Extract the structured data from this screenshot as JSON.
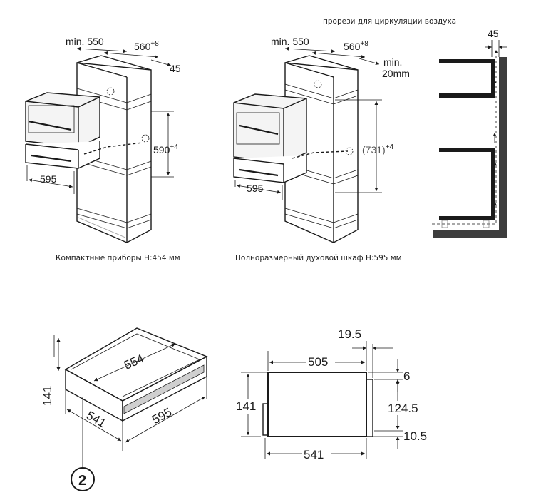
{
  "top_caption": "прорези для циркуляции воздуха",
  "compact": {
    "caption": "Компактные приборы H:454 мм",
    "dim_min": "min. 550",
    "dim_width": "560",
    "dim_width_sup": "+8",
    "dim_depth": "45",
    "dim_height": "590",
    "dim_height_sup": "+4",
    "dim_front": "595"
  },
  "fullsize": {
    "caption": "Полноразмерный духовой шкаф H:595 мм",
    "dim_min": "min. 550",
    "dim_width": "560",
    "dim_width_sup": "+8",
    "dim_gap_line1": "min.",
    "dim_gap_line2": "20mm",
    "dim_height": "(731)",
    "dim_height_sup": "+4",
    "dim_front": "595"
  },
  "airflow": {
    "dim_gap": "45"
  },
  "drawer_iso": {
    "dim_inner": "554",
    "dim_height": "141",
    "dim_depth": "541",
    "dim_width": "595",
    "marker": "2"
  },
  "drawer_side": {
    "dim_top_offset": "19.5",
    "dim_top_width": "505",
    "dim_height": "141",
    "dim_right_top": "6",
    "dim_right_mid": "124.5",
    "dim_right_bottom": "10.5",
    "dim_bottom_width": "541"
  }
}
